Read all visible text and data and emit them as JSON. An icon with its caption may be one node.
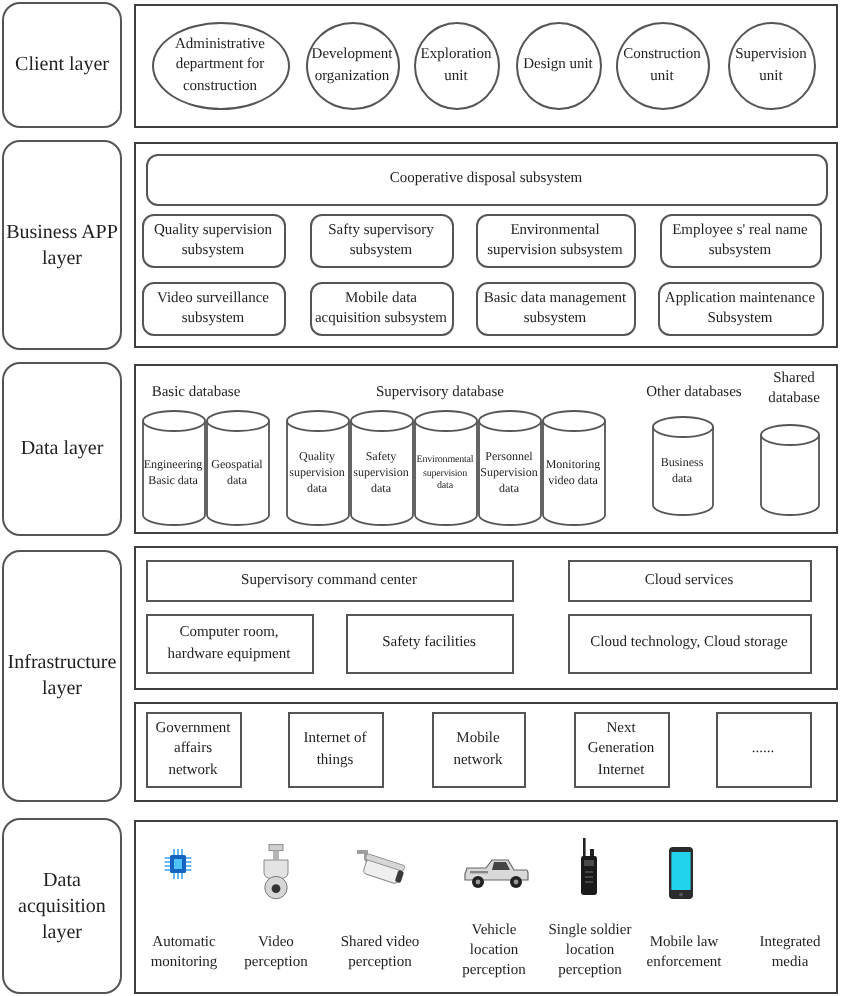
{
  "diagram": {
    "nodes": [
      {
        "text": [
          "Client layer"
        ]
      },
      {
        "text": [],
        "shape": "box"
      },
      {
        "text": [
          "Administrative department for construction"
        ],
        "in": 1
      },
      {
        "text": [
          "Development organization"
        ],
        "in": 1
      },
      {
        "text": [
          "Exploration unit"
        ],
        "in": 1
      },
      {
        "text": [
          "Design unit"
        ],
        "in": 1
      },
      {
        "text": [
          "Construction unit"
        ],
        "in": 1
      },
      {
        "text": [
          "Supervision unit"
        ],
        "in": 1
      },
      {
        "text": [
          "Business APP layer"
        ]
      },
      {
        "text": [],
        "shape": "box"
      },
      {
        "text": [
          "Cooperative disposal subsystem"
        ],
        "in": 9
      },
      {
        "text": [
          "Quality supervision subsystem"
        ],
        "in": 9
      },
      {
        "text": [
          "Safty supervisory subsystem"
        ],
        "in": 9
      },
      {
        "text": [
          "Environmental supervision subsystem"
        ],
        "in": 9
      },
      {
        "text": [
          "Employee s' real name subsystem"
        ],
        "in": 9
      },
      {
        "text": [
          "Video surveillance subsystem"
        ],
        "in": 9
      },
      {
        "text": [
          "Mobile data acquisition subsystem"
        ],
        "in": 9
      },
      {
        "text": [
          "Basic data management subsystem"
        ],
        "in": 9
      },
      {
        "text": [
          "Application maintenance Subsystem"
        ],
        "in": 9
      },
      {
        "text": [
          "Data layer"
        ]
      },
      {
        "text": [],
        "shape": "box"
      },
      {
        "text": [
          "Engineering Basic data"
        ],
        "in": 20
      },
      {
        "text": [
          "Geospatial data"
        ],
        "in": 20
      },
      {
        "text": [
          "Quality supervision data"
        ],
        "in": 20
      },
      {
        "text": [
          "Safety supervision data"
        ],
        "in": 20
      },
      {
        "text": [
          "Environmental supervision data"
        ],
        "in": 20
      },
      {
        "text": [
          "Personnel Supervision data"
        ],
        "in": 20
      },
      {
        "text": [
          "Monitoring video data"
        ],
        "in": 20
      },
      {
        "text": [
          "Business data"
        ],
        "in": 20
      },
      {
        "text": [],
        "shape": "cylinder",
        "in": 20
      },
      {
        "text": [
          "Infrastructure layer"
        ]
      },
      {
        "text": [],
        "shape": "box"
      },
      {
        "text": [
          "Supervisory command center"
        ],
        "in": 31
      },
      {
        "text": [
          "Cloud services"
        ],
        "in": 31
      },
      {
        "text": [
          "Computer room, hardware equipment"
        ],
        "in": 31
      },
      {
        "text": [
          "Safety facilities"
        ],
        "in": 31
      },
      {
        "text": [
          "Cloud technology, Cloud storage"
        ],
        "in": 31
      },
      {
        "text": [],
        "shape": "box"
      },
      {
        "text": [
          "Government affairs network"
        ],
        "in": 37
      },
      {
        "text": [
          "Internet of things"
        ],
        "in": 37
      },
      {
        "text": [
          "Mobile network"
        ],
        "in": 37
      },
      {
        "text": [
          "Next Generation Internet"
        ],
        "in": 37
      },
      {
        "text": [
          "......"
        ],
        "in": 37
      },
      {
        "text": [
          "Data acquisition layer"
        ]
      },
      {
        "text": [],
        "shape": "box"
      }
    ],
    "labels": [
      "Basic database",
      "Supervisory database",
      "Other databases",
      "Shared database",
      "Automatic monitoring",
      "Video perception",
      "Shared video perception",
      "Vehicle location perception",
      "Single soldier location perception",
      "Mobile law enforcement",
      "Integrated media"
    ]
  }
}
